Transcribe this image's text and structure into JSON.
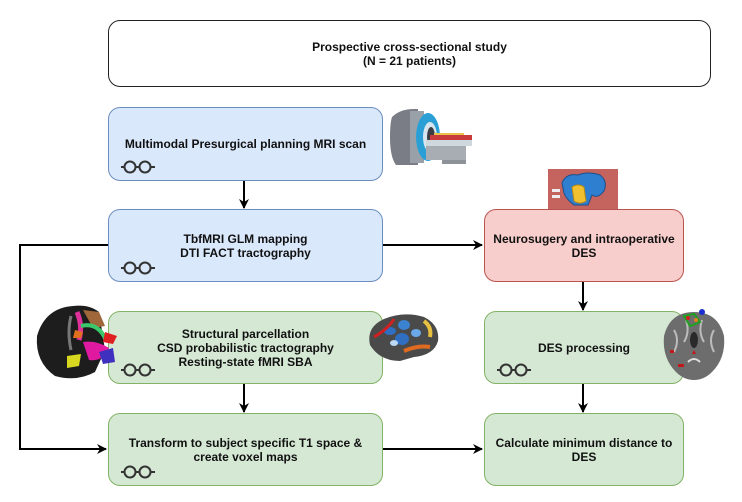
{
  "study": {
    "lines": [
      "Prospective cross-sectional study",
      "(N = 21 patients)"
    ]
  },
  "steps": {
    "mri_scan": {
      "lines": [
        "Multimodal Presurgical planning MRI scan"
      ],
      "reviewed_icon": "glasses-icon"
    },
    "tbfmri": {
      "lines": [
        "TbfMRI GLM mapping",
        "DTI FACT tractography"
      ],
      "reviewed_icon": "glasses-icon"
    },
    "neurosurgery": {
      "lines": [
        "Neurosugery and intraoperative",
        "DES"
      ]
    },
    "structural": {
      "lines": [
        "Structural parcellation",
        "CSD probabilistic tractography",
        "Resting-state fMRI SBA"
      ],
      "reviewed_icon": "glasses-icon"
    },
    "des_processing": {
      "lines": [
        "DES processing"
      ],
      "reviewed_icon": "glasses-icon"
    },
    "transform": {
      "lines": [
        "Transform to subject specific T1 space &",
        "create voxel maps"
      ],
      "reviewed_icon": "glasses-icon"
    },
    "calculate": {
      "lines": [
        "Calculate minimum distance to",
        "DES"
      ]
    }
  },
  "images": {
    "mri_scanner": "mri-scanner-illustration",
    "intraoperative": "intraoperative-brain-photo",
    "tractography": "tractography-brain-render",
    "fmri_brain": "resting-state-fmri-brain",
    "coronal_slice": "coronal-mri-slice-with-des-sites"
  },
  "colors": {
    "blue_fill": "#dae8fc",
    "blue_stroke": "#6c8ebf",
    "red_fill": "#f8cecc",
    "red_stroke": "#b85450",
    "green_fill": "#d5e8d4",
    "green_stroke": "#82b366"
  }
}
